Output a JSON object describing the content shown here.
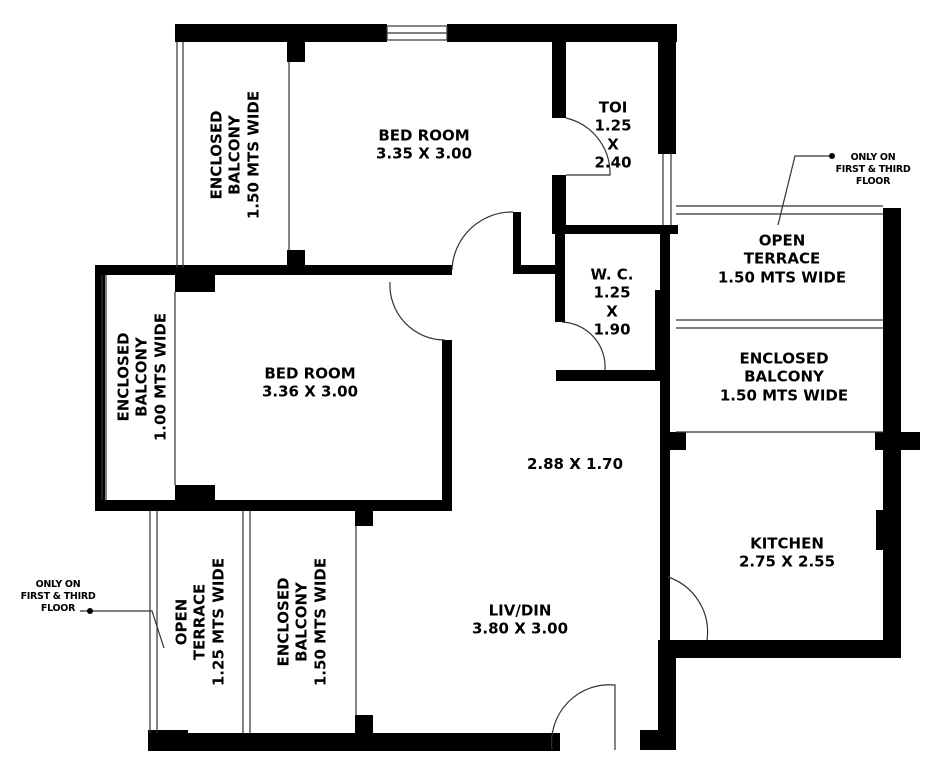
{
  "diagram": {
    "type": "floor-plan",
    "rooms": [
      {
        "id": "bedroom-1",
        "name": "BED ROOM",
        "size": "3.35 X 3.00"
      },
      {
        "id": "bedroom-2",
        "name": "BED ROOM",
        "size": "3.36 X 3.00"
      },
      {
        "id": "toilet",
        "name": "TOI",
        "size_w": "1.25",
        "size_x": "X",
        "size_h": "2.40"
      },
      {
        "id": "wc",
        "name": "W. C.",
        "size_w": "1.25",
        "size_x": "X",
        "size_h": "1.90"
      },
      {
        "id": "passage",
        "size": "2.88 X 1.70"
      },
      {
        "id": "kitchen",
        "name": "KITCHEN",
        "size": "2.75 X 2.55"
      },
      {
        "id": "liv-din",
        "name": "LIV/DIN",
        "size": "3.80 X 3.00"
      }
    ],
    "balconies": [
      {
        "id": "enclosed-balcony-top-left",
        "line1": "ENCLOSED",
        "line2": "BALCONY",
        "line3": "1.50 MTS WIDE"
      },
      {
        "id": "enclosed-balcony-mid-left",
        "line1": "ENCLOSED",
        "line2": "BALCONY",
        "line3": "1.00 MTS WIDE"
      },
      {
        "id": "open-terrace-bottom-left",
        "line1": "OPEN",
        "line2": "TERRACE",
        "line3": "1.25 MTS WIDE"
      },
      {
        "id": "enclosed-balcony-bottom",
        "line1": "ENCLOSED",
        "line2": "BALCONY",
        "line3": "1.50 MTS WIDE"
      },
      {
        "id": "open-terrace-right",
        "line1": "OPEN",
        "line2": "TERRACE",
        "line3": "1.50 MTS WIDE"
      },
      {
        "id": "enclosed-balcony-right",
        "line1": "ENCLOSED",
        "line2": "BALCONY",
        "line3": "1.50 MTS WIDE"
      }
    ],
    "notes": [
      {
        "id": "note-right",
        "line1": "ONLY ON",
        "line2": "FIRST & THIRD",
        "line3": "FLOOR"
      },
      {
        "id": "note-left",
        "line1": "ONLY ON",
        "line2": "FIRST & THIRD",
        "line3": "FLOOR"
      }
    ],
    "colors": {
      "wall": "#000000",
      "background": "#ffffff",
      "thin_line": "#333333"
    }
  }
}
